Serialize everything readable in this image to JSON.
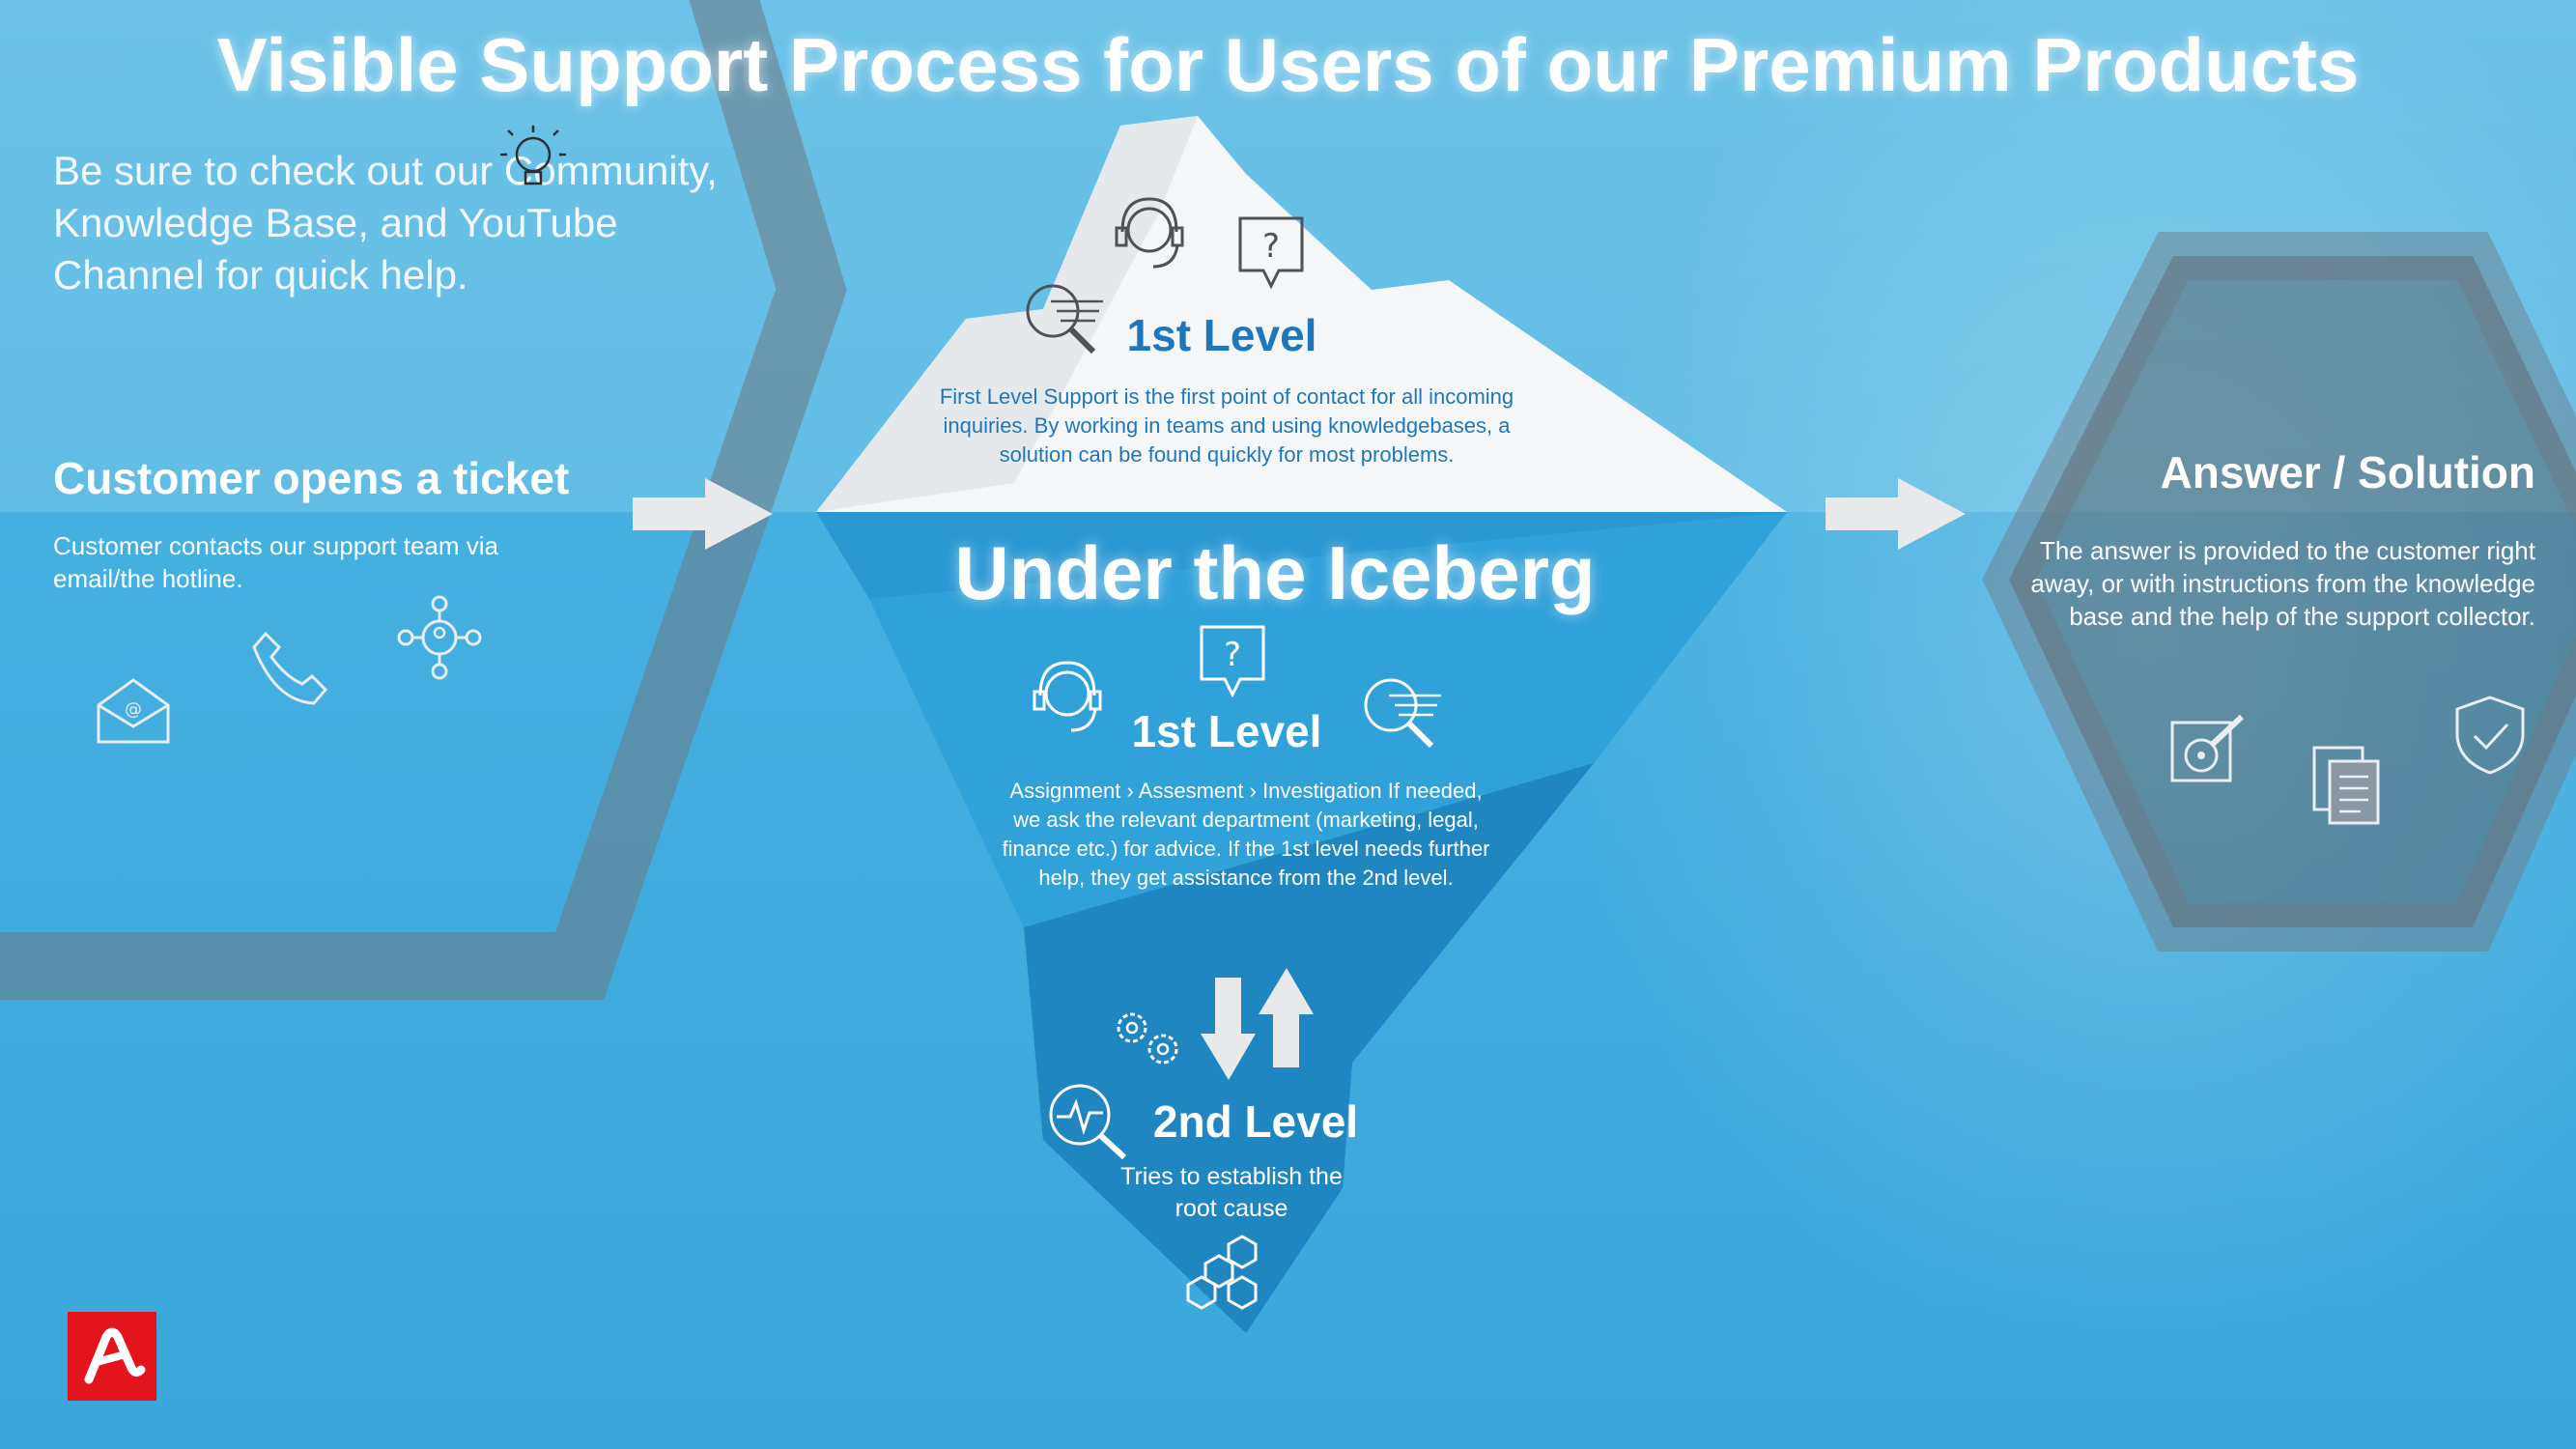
{
  "title": "Visible Support Process for Users of our Premium Products",
  "tip": "Be sure to check out our Community, Knowledge Base, and YouTube Channel for quick help.",
  "left": {
    "heading": "Customer opens a ticket",
    "text": "Customer contacts our support team via email/the hotline.",
    "icons": [
      "email-icon",
      "phone-icon",
      "network-user-icon"
    ]
  },
  "iceberg_top": {
    "heading": "1st Level",
    "text": "First Level Support is the first point of contact for all incoming inquiries. By working in teams and using knowledgebases, a solution can be found quickly for most problems.",
    "icons": [
      "headset-agent-icon",
      "question-bubble-icon",
      "search-document-icon"
    ]
  },
  "iceberg_under": {
    "heading": "Under the Iceberg",
    "level1_heading": "1st Level",
    "level1_text": "Assignment › Assesment › Investigation If needed, we ask the relevant department (marketing, legal, finance etc.) for advice. If the 1st level needs further help, they get assistance from the 2nd level.",
    "level2_heading": "2nd Level",
    "level2_text": "Tries to establish the root cause",
    "icons": [
      "headset-agent-icon",
      "question-bubble-icon",
      "search-document-icon",
      "gears-icon",
      "up-down-arrows-icon",
      "analytics-search-icon",
      "hexagon-network-icon"
    ]
  },
  "right": {
    "heading": "Answer / Solution",
    "text": "The answer is provided to the customer right away, or with instructions from the knowledge base and the help of the support collector.",
    "icons": [
      "disk-tool-icon",
      "documents-icon",
      "shield-check-icon"
    ]
  },
  "colors": {
    "background": "#4fb4de",
    "iceberg_top": "#ffffff",
    "iceberg_under": "#2b98d3",
    "accent_blue": "#1e77bd",
    "logo_red": "#e3141b"
  }
}
